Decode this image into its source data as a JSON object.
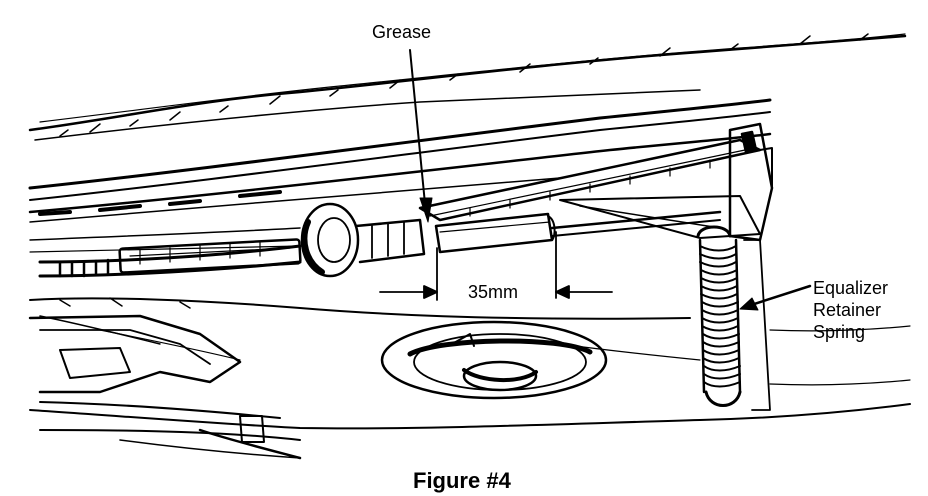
{
  "labels": {
    "grease": "Grease",
    "dimension": "35mm",
    "spring_line1": "Equalizer",
    "spring_line2": "Retainer",
    "spring_line3": "Spring"
  },
  "caption": "Figure #4"
}
